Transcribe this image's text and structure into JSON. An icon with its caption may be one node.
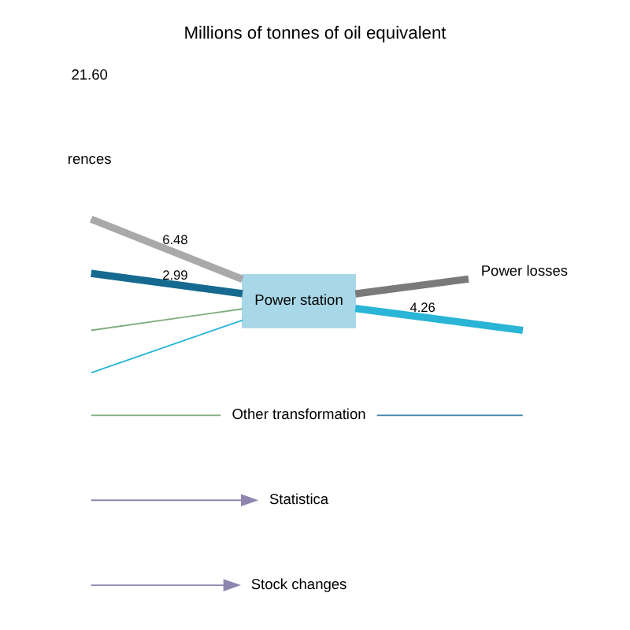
{
  "diagram": {
    "title": "Millions of tonnes of oil equivalent",
    "nodes": [
      {
        "text": [
          "Stock changes"
        ]
      },
      {
        "text": [
          "Statistica"
        ]
      },
      {
        "text": [
          "Other transformation"
        ]
      },
      {
        "text": [
          "Power station"
        ]
      },
      {
        "text": [
          "Power losses"
        ]
      }
    ],
    "edges": [
      {
        "from": null,
        "to": 0,
        "arrow": "to",
        "color": "#8f86b0"
      },
      {
        "from": null,
        "to": 1,
        "arrow": "to",
        "color": "#8f86b0"
      },
      {
        "from": 2,
        "to": null,
        "arrow": "none",
        "color": "#3f7fa8"
      },
      {
        "from": null,
        "to": 2,
        "arrow": "none",
        "color": "#7fae7f"
      },
      {
        "from": 3,
        "to": null,
        "arrow": "none",
        "label": "4.26",
        "style": "thick",
        "color": "#2ab5d6"
      },
      {
        "from": null,
        "to": 3,
        "arrow": "none",
        "label": "6.48",
        "style": "thick",
        "color": "#a9a9ab"
      },
      {
        "from": null,
        "to": 3,
        "arrow": "none",
        "color": "#2ab5d6"
      },
      {
        "from": null,
        "to": 3,
        "arrow": "none",
        "color": "#7fae7f"
      },
      {
        "from": null,
        "to": 3,
        "arrow": "none",
        "label": "2.99",
        "style": "thick",
        "color": "#166a8f"
      },
      {
        "from": 3,
        "to": 4,
        "arrow": "none",
        "style": "thick",
        "color": "#7a7a7a"
      }
    ],
    "labels": [
      "rences",
      "21.60"
    ]
  }
}
